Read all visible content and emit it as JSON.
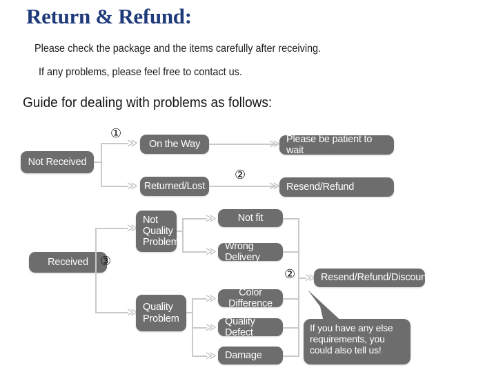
{
  "header": {
    "title": "Return & Refund:",
    "line1": "Please check the package and the items carefully after receiving.",
    "line2": "If any problems, please feel free to contact us.",
    "guide": "Guide for dealing with problems as follows:"
  },
  "colors": {
    "title": "#1f3a7a",
    "node_fill": "#6d6d6d",
    "node_text": "#ffffff",
    "connector": "#c9c9c9",
    "background": "#ffffff"
  },
  "flow": {
    "markers": [
      {
        "name": "marker-1",
        "label": "①"
      },
      {
        "name": "marker-2-top",
        "label": "②"
      },
      {
        "name": "marker-3",
        "label": "③"
      },
      {
        "name": "marker-2-bottom",
        "label": "②"
      }
    ],
    "nodes": [
      {
        "name": "not-received",
        "label": "Not Received"
      },
      {
        "name": "on-the-way",
        "label": "On the Way"
      },
      {
        "name": "returned-lost",
        "label": "Returned/Lost"
      },
      {
        "name": "please-be-patient",
        "label": "Please be patient to wait"
      },
      {
        "name": "resend-refund",
        "label": "Resend/Refund"
      },
      {
        "name": "received",
        "label": "Received"
      },
      {
        "name": "not-quality-problem",
        "label": "Not\nQuality\nProblem"
      },
      {
        "name": "quality-problem",
        "label": "Quality\nProblem"
      },
      {
        "name": "not-fit",
        "label": "Not fit"
      },
      {
        "name": "wrong-delivery",
        "label": "Wrong Delivery"
      },
      {
        "name": "color-difference",
        "label": "Color Difference"
      },
      {
        "name": "quality-defect",
        "label": "Quality Defect"
      },
      {
        "name": "damage",
        "label": "Damage"
      },
      {
        "name": "resend-refund-discount",
        "label": "Resend/Refund/Discount"
      }
    ],
    "callout": {
      "name": "callout-note",
      "text": "If you have any else requirements, you could also tell us!"
    },
    "arrow_glyph": "≫"
  }
}
